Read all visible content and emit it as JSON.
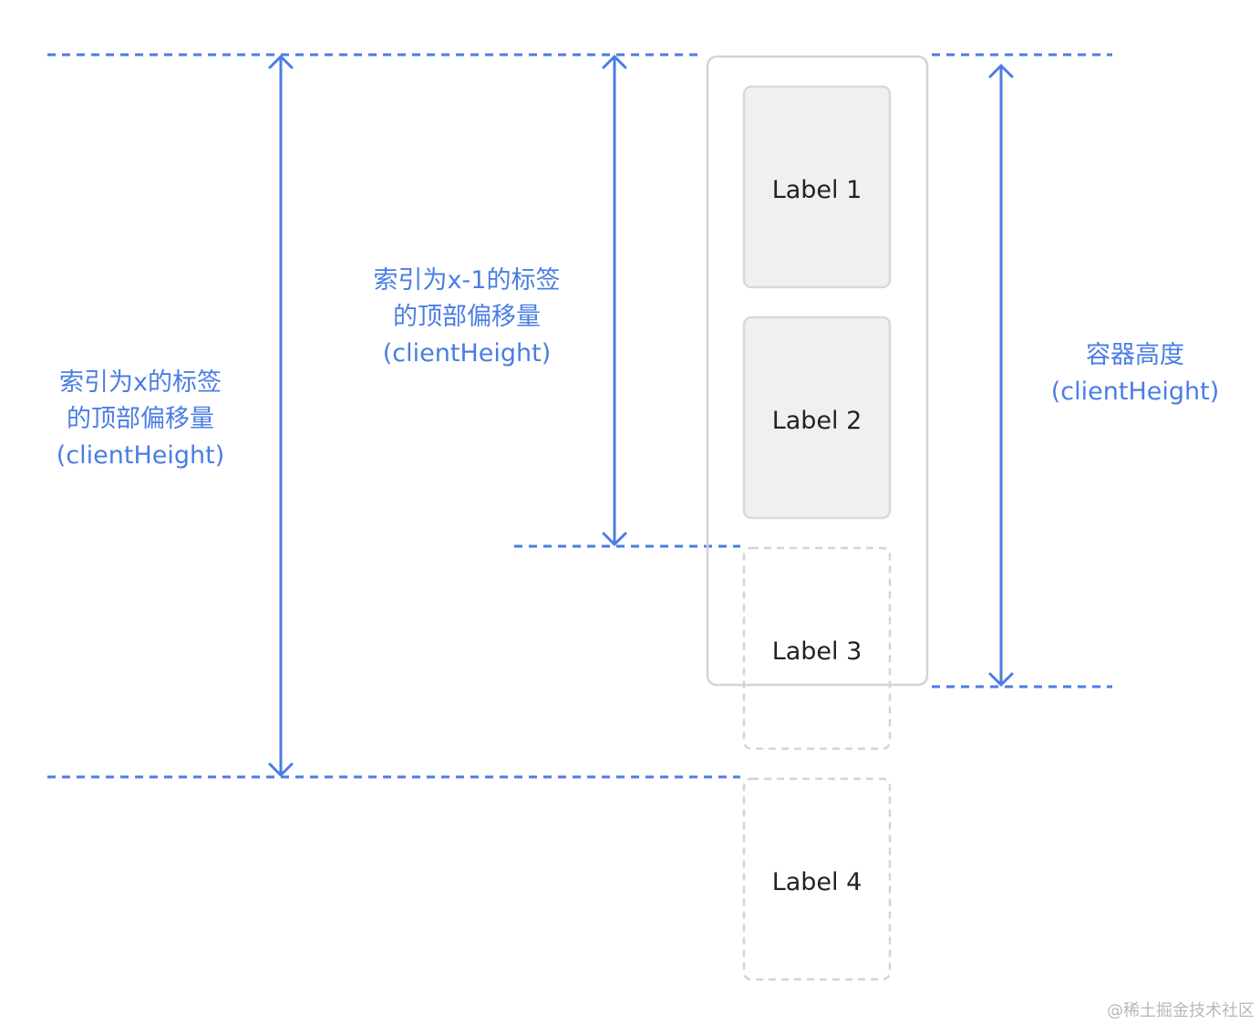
{
  "labels": {
    "label1": "Label 1",
    "label2": "Label 2",
    "label3": "Label 3",
    "label4": "Label 4"
  },
  "annotations": {
    "index_x": {
      "line1": "索引为x的标签",
      "line2": "的顶部偏移量",
      "line3": "(clientHeight)"
    },
    "index_x_minus_1": {
      "line1": "索引为x-1的标签",
      "line2": "的顶部偏移量",
      "line3": "(clientHeight)"
    },
    "container_height": {
      "line1": "容器高度",
      "line2": "(clientHeight)"
    }
  },
  "watermark": "@稀土掘金技术社区",
  "colors": {
    "accent": "#4a7de3",
    "box_fill": "#eff0f2",
    "box_border": "#d4d4d4",
    "text": "#222222"
  }
}
